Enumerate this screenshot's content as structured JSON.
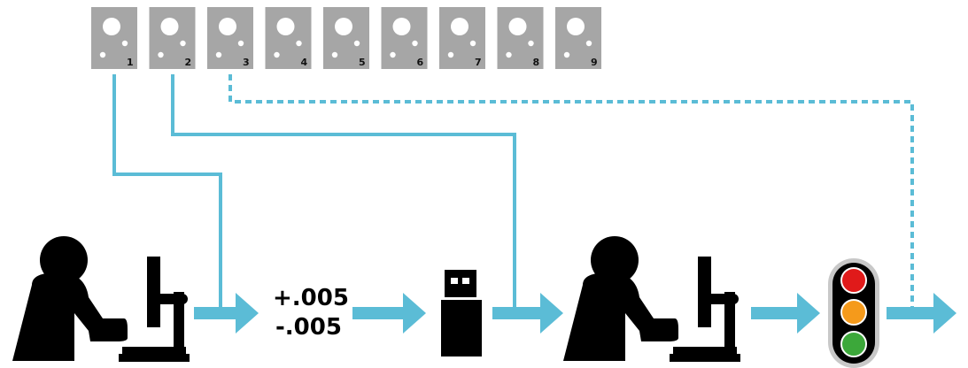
{
  "disks": [
    "1",
    "2",
    "3",
    "4",
    "5",
    "6",
    "7",
    "8",
    "9"
  ],
  "tolerance": {
    "upper": "+.005",
    "lower": "-.005"
  },
  "traffic_light": [
    "red",
    "orange",
    "green"
  ],
  "colors": {
    "disk": "#a6a6a6",
    "line": "#5bbcd6",
    "arrow": "#5bbcd6",
    "figure": "#000000",
    "light_red": "#e01a1a",
    "light_orange": "#f59a1b",
    "light_green": "#3ca83a",
    "light_housing": "#000000",
    "light_ring": "#c8c8c8"
  }
}
